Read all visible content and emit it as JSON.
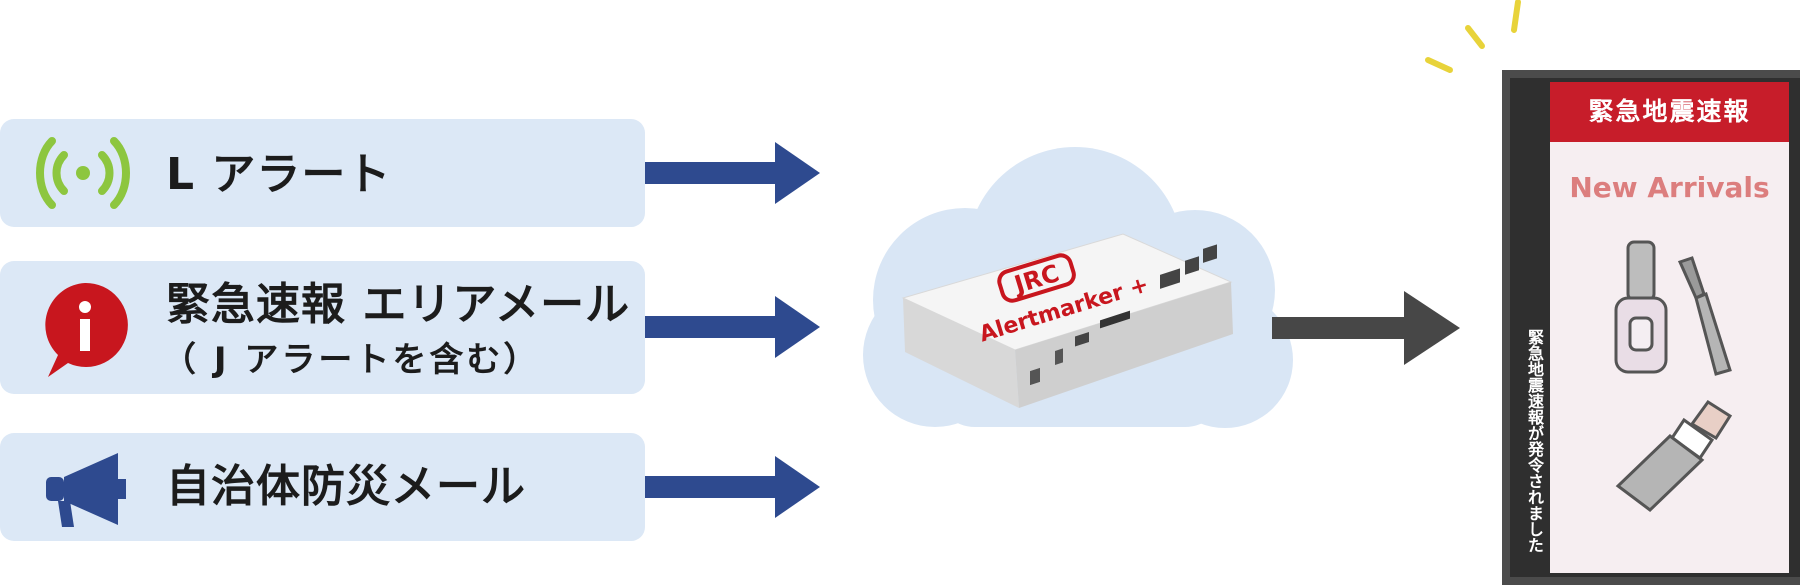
{
  "sources": {
    "l_alert": {
      "label": "L アラート",
      "icon": "broadcast-signal-icon",
      "color": "#8dc63f"
    },
    "area_mail": {
      "label": "緊急速報 エリアメール",
      "sub_label": "（ J アラートを含む）",
      "icon": "information-bubble-icon",
      "color": "#c8161e"
    },
    "local_mail": {
      "label": "自治体防災メール",
      "icon": "megaphone-icon",
      "color": "#2e4a8f"
    }
  },
  "device": {
    "brand": "JRC",
    "product": "Alertmarker +",
    "icon": "set-top-box-device"
  },
  "signage": {
    "alert_title": "緊急地震速報",
    "content_title": "New Arrivals",
    "vertical_message": "緊急地震速報が発令されました",
    "products": [
      "nail-polish-icon",
      "mascara-icon",
      "lipstick-icon"
    ]
  },
  "colors": {
    "panel": "#dce8f6",
    "arrow_in": "#2e4a8f",
    "arrow_out": "#474747",
    "cloud": "#d9e6f5",
    "alert_red": "#c71d2a"
  }
}
